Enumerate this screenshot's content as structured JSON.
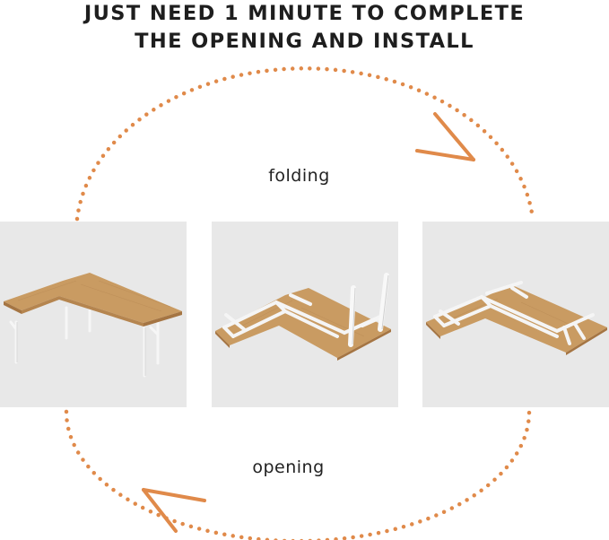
{
  "heading": {
    "line1": "JUST NEED 1 MINUTE TO COMPLETE",
    "line2": "THE OPENING AND INSTALL"
  },
  "cycle": {
    "top_label": "folding",
    "bottom_label": "opening",
    "dot_color": "#e08a4a",
    "arrow_color": "#e08a4a"
  },
  "panels": [
    {
      "name": "desk-upright-image",
      "icon": "l-shaped-desk-standing"
    },
    {
      "name": "desk-folding-image",
      "icon": "l-shaped-desk-upside-down-legs-folding"
    },
    {
      "name": "desk-folded-image",
      "icon": "l-shaped-desk-upside-down-legs-folded"
    }
  ],
  "colors": {
    "wood": "#c99b62",
    "wood_dark": "#b5854f",
    "frame": "#f4f4f4",
    "panel_bg": "#e8e8e8"
  }
}
